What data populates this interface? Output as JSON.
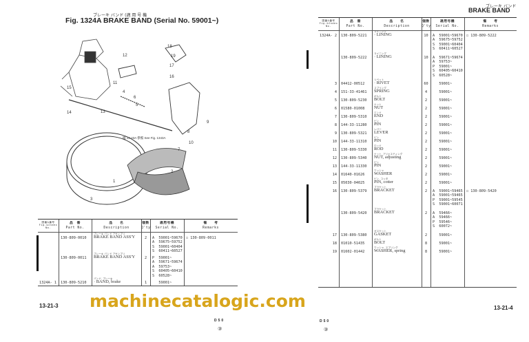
{
  "left_page": {
    "title_kana": "ブレーキ バンド (適 用 号 機",
    "title": "Fig. 1324A  BRAKE BAND (Serial No. 59001~)",
    "diagram_note": "図 13-43A 参照 See Fig. 1343A",
    "callouts": [
      "1",
      "2",
      "3",
      "4",
      "5",
      "6",
      "7",
      "8",
      "9",
      "10",
      "11",
      "12",
      "13",
      "14",
      "15",
      "16",
      "17",
      "18",
      "19"
    ],
    "page_number": "13-21-3",
    "model": "D50",
    "circle_mark": "③",
    "rows": [
      {
        "no": "",
        "part": "130-809-0010",
        "kana": "ブレーキ バンド アセンブリ",
        "desc": "BRAKE BAND ASS'Y",
        "qty": "2",
        "serials": [
          "A  59001~59670",
          "A  59675~59752",
          "S  59001~60404",
          "S  60411~60527"
        ],
        "remarks": "☐ 130-809-0011"
      },
      {
        "no": "",
        "part": "130-809-0011",
        "kana": "ブレーキ バンド アセンブリ",
        "desc": "BRAKE BAND ASS'Y",
        "qty": "2",
        "serials": [
          "P  59001~",
          "A  59671~59674",
          "A  59753~",
          "S  60405~60410",
          "S  60528~"
        ],
        "remarks": ""
      },
      {
        "no": "1324A- 1",
        "part": "130-809-5210",
        "kana": "バンド, ブレーキ",
        "desc": "· BAND, brake",
        "qty": "1",
        "serials": [
          "   59001~"
        ],
        "remarks": ""
      }
    ]
  },
  "right_page": {
    "title_kana": "ブレーキ バンド",
    "title": "BRAKE BAND",
    "page_number": "13-21-4",
    "model": "D50",
    "circle_mark": "③",
    "rows": [
      {
        "no": "1324A- 2",
        "part": "130-809-5221",
        "kana": "ライニング",
        "desc": "· LINING",
        "qty": "10",
        "serials": [
          "A  59001~59670",
          "A  59675~59752",
          "S  59001~60404",
          "S  60411~60527"
        ],
        "remarks": "☐ 130-809-5222"
      },
      {
        "no": "",
        "part": "130-809-5222",
        "kana": "ライニング",
        "desc": "· LINING",
        "qty": "10",
        "serials": [
          "A  59671~59674",
          "A  59753~",
          "P  59001~",
          "S  60405~60410",
          "S  60528~"
        ],
        "remarks": ""
      },
      {
        "no": "3",
        "part": "04412-00512",
        "kana": "リベット",
        "desc": "· RIVET",
        "qty": "60",
        "serials": [
          "   59001~"
        ],
        "remarks": ""
      },
      {
        "no": "4",
        "part": "151-33-41461",
        "kana": "スプリング",
        "desc": "SPRING",
        "qty": "4",
        "serials": [
          "   59001~"
        ],
        "remarks": ""
      },
      {
        "no": "5",
        "part": "130-809-5230",
        "kana": "ボルト",
        "desc": "BOLT",
        "qty": "2",
        "serials": [
          "   59001~"
        ],
        "remarks": ""
      },
      {
        "no": "6",
        "part": "01580-01008",
        "kana": "ナット",
        "desc": "NUT",
        "qty": "2",
        "serials": [
          "   59001~"
        ],
        "remarks": ""
      },
      {
        "no": "7",
        "part": "130-809-5310",
        "kana": "エンド",
        "desc": "END",
        "qty": "2",
        "serials": [
          "   59001~"
        ],
        "remarks": ""
      },
      {
        "no": "8",
        "part": "144-33-11280",
        "kana": "ピン",
        "desc": "PIN",
        "qty": "2",
        "serials": [
          "   59001~"
        ],
        "remarks": ""
      },
      {
        "no": "9",
        "part": "130-809-5321",
        "kana": "レバー",
        "desc": "LEVER",
        "qty": "2",
        "serials": [
          "   59001~"
        ],
        "remarks": ""
      },
      {
        "no": "10",
        "part": "144-33-11310",
        "kana": "ピン",
        "desc": "PIN",
        "qty": "2",
        "serials": [
          "   59001~"
        ],
        "remarks": ""
      },
      {
        "no": "11",
        "part": "130-809-5330",
        "kana": "ロッド",
        "desc": "ROD",
        "qty": "2",
        "serials": [
          "   59001~"
        ],
        "remarks": ""
      },
      {
        "no": "12",
        "part": "130-809-5340",
        "kana": "ナット, アジャスティング",
        "desc": "NUT, adjusting",
        "qty": "2",
        "serials": [
          "   59001~"
        ],
        "remarks": ""
      },
      {
        "no": "13",
        "part": "144-33-11330",
        "kana": "ピン",
        "desc": "PIN",
        "qty": "2",
        "serials": [
          "   59001~"
        ],
        "remarks": ""
      },
      {
        "no": "14",
        "part": "01640-01626",
        "kana": "ワッシャ",
        "desc": "WASHER",
        "qty": "2",
        "serials": [
          "   59001~"
        ],
        "remarks": ""
      },
      {
        "no": "15",
        "part": "05030-04025",
        "kana": "ピン, コッタ",
        "desc": "PIN, cotter",
        "qty": "2",
        "serials": [
          "   59001~"
        ],
        "remarks": ""
      },
      {
        "no": "16",
        "part": "130-809-5379",
        "kana": "ブラケット",
        "desc": "BRACKET",
        "qty": "2",
        "serials": [
          "A  59001~59465",
          "A  59001~59465",
          "P  59001~59545",
          "S  59001~60071"
        ],
        "remarks": "☐ 130-809-5420"
      },
      {
        "no": "",
        "part": "130-809-5420",
        "kana": "ブラケット",
        "desc": "BRACKET",
        "qty": "2",
        "serials": [
          "A  59466~",
          "A  59466~",
          "P  59546~",
          "S  60072~"
        ],
        "remarks": ""
      },
      {
        "no": "17",
        "part": "130-809-5380",
        "kana": "ガスケット",
        "desc": "GASKET",
        "qty": "2",
        "serials": [
          "   59001~"
        ],
        "remarks": ""
      },
      {
        "no": "18",
        "part": "01010-51435",
        "kana": "ボルト",
        "desc": "BOLT",
        "qty": "8",
        "serials": [
          "   59001~"
        ],
        "remarks": ""
      },
      {
        "no": "19",
        "part": "01602-01442",
        "kana": "ワッシャ, スプリング",
        "desc": "WASHER, spring",
        "qty": "8",
        "serials": [
          "   59001~"
        ],
        "remarks": ""
      }
    ]
  },
  "table_header": {
    "no": "図番&番号 Fig.&Index No.",
    "part_kana": "品　番",
    "part": "Part No.",
    "desc_kana": "品　　名",
    "desc": "Description",
    "qty_kana": "個数",
    "qty": "Q'ty",
    "serial_kana": "適用号機",
    "serial": "Serial No.",
    "remarks_kana": "備　　考",
    "remarks": "Remarks"
  },
  "watermark": "machinecatalogic.com"
}
